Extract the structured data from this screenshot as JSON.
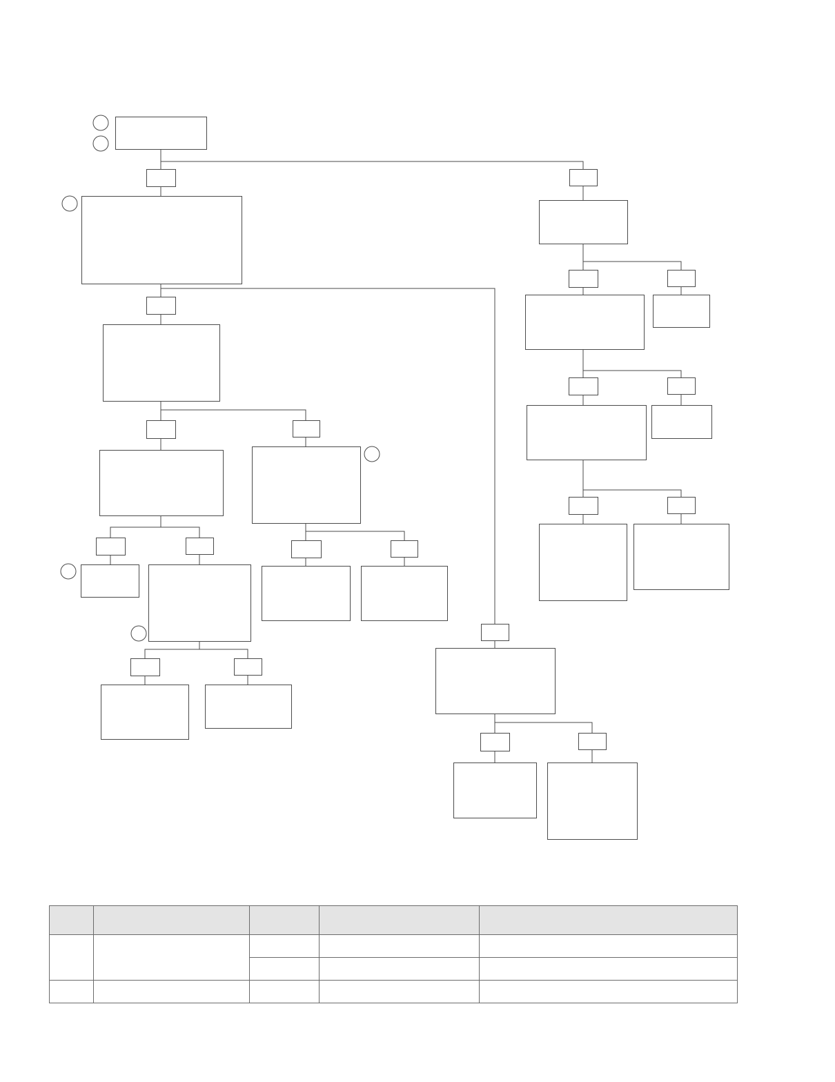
{
  "flowchart": {
    "nodes": [
      {
        "id": "n-root",
        "text": ""
      },
      {
        "id": "n-l1",
        "text": ""
      },
      {
        "id": "n-l2",
        "text": ""
      },
      {
        "id": "n-l3a",
        "text": ""
      },
      {
        "id": "n-l3b",
        "text": ""
      },
      {
        "id": "n-l4a",
        "text": ""
      },
      {
        "id": "n-l4b",
        "text": ""
      },
      {
        "id": "n-l4c",
        "text": ""
      },
      {
        "id": "n-l4d",
        "text": ""
      },
      {
        "id": "n-l5a",
        "text": ""
      },
      {
        "id": "n-l5b",
        "text": ""
      },
      {
        "id": "n-m1",
        "text": ""
      },
      {
        "id": "n-m2a",
        "text": ""
      },
      {
        "id": "n-m2b",
        "text": ""
      },
      {
        "id": "n-r1",
        "text": ""
      },
      {
        "id": "n-r2",
        "text": ""
      },
      {
        "id": "n-r2s",
        "text": ""
      },
      {
        "id": "n-r3",
        "text": ""
      },
      {
        "id": "n-r3s",
        "text": ""
      },
      {
        "id": "n-r4a",
        "text": ""
      },
      {
        "id": "n-r4b",
        "text": ""
      }
    ],
    "edge_labels": [
      {
        "id": "e-root-l1",
        "text": ""
      },
      {
        "id": "e-root-r1",
        "text": ""
      },
      {
        "id": "e-l1-l2",
        "text": ""
      },
      {
        "id": "e-l1-m1",
        "text": ""
      },
      {
        "id": "e-l2-l3a",
        "text": ""
      },
      {
        "id": "e-l2-l3b",
        "text": ""
      },
      {
        "id": "e-l3a-l4a",
        "text": ""
      },
      {
        "id": "e-l3a-l4b",
        "text": ""
      },
      {
        "id": "e-l3b-l4c",
        "text": ""
      },
      {
        "id": "e-l3b-l4d",
        "text": ""
      },
      {
        "id": "e-l4b-l5a",
        "text": ""
      },
      {
        "id": "e-l4b-l5b",
        "text": ""
      },
      {
        "id": "e-m1-m2a",
        "text": ""
      },
      {
        "id": "e-m1-m2b",
        "text": ""
      },
      {
        "id": "e-r1-r2",
        "text": ""
      },
      {
        "id": "e-r1-r2s",
        "text": ""
      },
      {
        "id": "e-r2-r3",
        "text": ""
      },
      {
        "id": "e-r2-r3s",
        "text": ""
      },
      {
        "id": "e-r3-r4a",
        "text": ""
      },
      {
        "id": "e-r3-r4b",
        "text": ""
      }
    ],
    "badges": [
      {
        "id": "badge-1",
        "text": ""
      },
      {
        "id": "badge-2",
        "text": ""
      },
      {
        "id": "badge-3",
        "text": ""
      },
      {
        "id": "badge-4",
        "text": ""
      },
      {
        "id": "badge-5",
        "text": ""
      },
      {
        "id": "badge-6",
        "text": ""
      }
    ]
  },
  "table": {
    "headers": [
      "",
      "",
      "",
      "",
      ""
    ],
    "rows": [
      [
        "",
        "",
        "",
        "",
        ""
      ],
      [
        "",
        "",
        ""
      ],
      [
        "",
        "",
        "",
        "",
        ""
      ]
    ]
  }
}
